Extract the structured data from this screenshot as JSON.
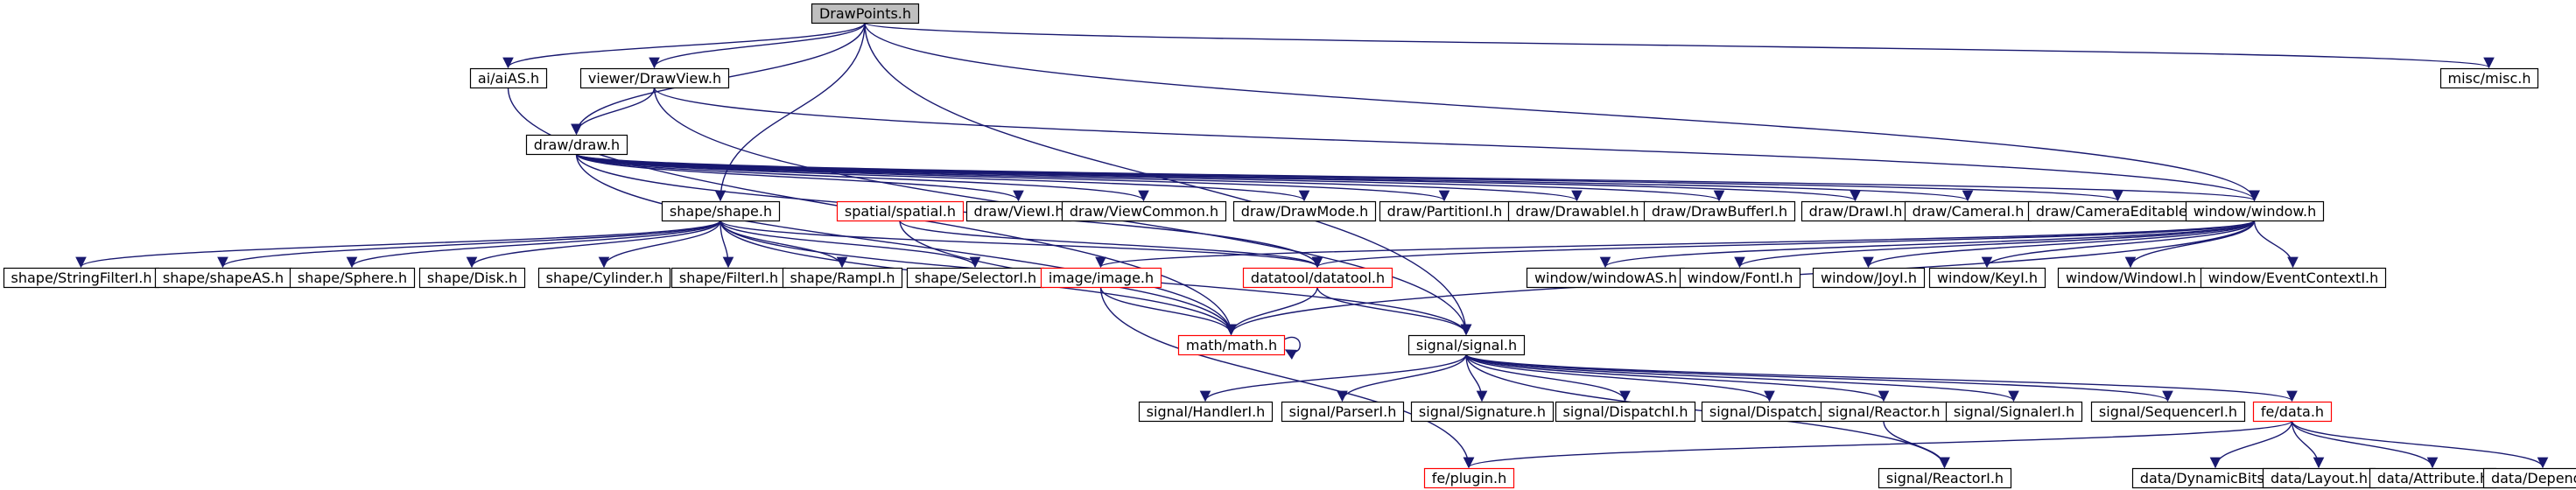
{
  "colors": {
    "edge": "#191970",
    "root_fill": "#bfbfbf",
    "node_fill": "#ffffff",
    "node_border": "#000000",
    "partial_border": "#ff0000"
  },
  "nodes": [
    {
      "id": "drawpoints",
      "label": "DrawPoints.h",
      "root": true
    },
    {
      "id": "aias",
      "label": "ai/aiAS.h"
    },
    {
      "id": "drawview",
      "label": "viewer/DrawView.h"
    },
    {
      "id": "misc",
      "label": "misc/misc.h"
    },
    {
      "id": "draw",
      "label": "draw/draw.h"
    },
    {
      "id": "shape",
      "label": "shape/shape.h"
    },
    {
      "id": "spatial",
      "label": "spatial/spatial.h",
      "partial": true
    },
    {
      "id": "viewi",
      "label": "draw/ViewI.h"
    },
    {
      "id": "viewcommon",
      "label": "draw/ViewCommon.h"
    },
    {
      "id": "drawmode",
      "label": "draw/DrawMode.h"
    },
    {
      "id": "partitioni",
      "label": "draw/PartitionI.h"
    },
    {
      "id": "drawablei",
      "label": "draw/DrawableI.h"
    },
    {
      "id": "drawbufferi",
      "label": "draw/DrawBufferI.h"
    },
    {
      "id": "drawi",
      "label": "draw/DrawI.h"
    },
    {
      "id": "camerai",
      "label": "draw/CameraI.h"
    },
    {
      "id": "cameraeditable",
      "label": "draw/CameraEditable.h"
    },
    {
      "id": "window",
      "label": "window/window.h"
    },
    {
      "id": "stringfilteri",
      "label": "shape/StringFilterI.h"
    },
    {
      "id": "shapeas",
      "label": "shape/shapeAS.h"
    },
    {
      "id": "sphere",
      "label": "shape/Sphere.h"
    },
    {
      "id": "disk",
      "label": "shape/Disk.h"
    },
    {
      "id": "cylinder",
      "label": "shape/Cylinder.h"
    },
    {
      "id": "filteri",
      "label": "shape/FilterI.h"
    },
    {
      "id": "rampi",
      "label": "shape/RampI.h"
    },
    {
      "id": "selectori",
      "label": "shape/SelectorI.h"
    },
    {
      "id": "image",
      "label": "image/image.h",
      "partial": true
    },
    {
      "id": "datatool",
      "label": "datatool/datatool.h",
      "partial": true
    },
    {
      "id": "windowas",
      "label": "window/windowAS.h"
    },
    {
      "id": "fonti",
      "label": "window/FontI.h"
    },
    {
      "id": "joyi",
      "label": "window/JoyI.h"
    },
    {
      "id": "keyi",
      "label": "window/KeyI.h"
    },
    {
      "id": "windowi",
      "label": "window/WindowI.h"
    },
    {
      "id": "eventcontexti",
      "label": "window/EventContextI.h"
    },
    {
      "id": "math",
      "label": "math/math.h",
      "partial": true
    },
    {
      "id": "signal",
      "label": "signal/signal.h"
    },
    {
      "id": "handleri",
      "label": "signal/HandlerI.h"
    },
    {
      "id": "parseri",
      "label": "signal/ParserI.h"
    },
    {
      "id": "signature",
      "label": "signal/Signature.h"
    },
    {
      "id": "dispatchi",
      "label": "signal/DispatchI.h"
    },
    {
      "id": "dispatch",
      "label": "signal/Dispatch.h"
    },
    {
      "id": "reactor",
      "label": "signal/Reactor.h"
    },
    {
      "id": "signaleri",
      "label": "signal/SignalerI.h"
    },
    {
      "id": "sequenceri",
      "label": "signal/SequencerI.h"
    },
    {
      "id": "fedata",
      "label": "fe/data.h",
      "partial": true
    },
    {
      "id": "plugin",
      "label": "fe/plugin.h",
      "partial": true
    },
    {
      "id": "reactori",
      "label": "signal/ReactorI.h"
    },
    {
      "id": "dynamicbitset",
      "label": "data/DynamicBitset.h"
    },
    {
      "id": "layout",
      "label": "data/Layout.h"
    },
    {
      "id": "attribute",
      "label": "data/Attribute.h"
    },
    {
      "id": "depend",
      "label": "data/Depend.h"
    }
  ],
  "edges": [
    [
      "drawpoints",
      "aias"
    ],
    [
      "drawpoints",
      "drawview"
    ],
    [
      "drawpoints",
      "misc"
    ],
    [
      "drawpoints",
      "draw"
    ],
    [
      "drawpoints",
      "shape"
    ],
    [
      "drawpoints",
      "window"
    ],
    [
      "drawpoints",
      "signal"
    ],
    [
      "aias",
      "math"
    ],
    [
      "drawview",
      "draw"
    ],
    [
      "drawview",
      "window"
    ],
    [
      "drawview",
      "signal"
    ],
    [
      "draw",
      "viewi"
    ],
    [
      "draw",
      "viewcommon"
    ],
    [
      "draw",
      "drawmode"
    ],
    [
      "draw",
      "partitioni"
    ],
    [
      "draw",
      "drawablei"
    ],
    [
      "draw",
      "drawbufferi"
    ],
    [
      "draw",
      "drawi"
    ],
    [
      "draw",
      "camerai"
    ],
    [
      "draw",
      "cameraeditable"
    ],
    [
      "draw",
      "window"
    ],
    [
      "draw",
      "datatool"
    ],
    [
      "draw",
      "math"
    ],
    [
      "shape",
      "stringfilteri"
    ],
    [
      "shape",
      "shapeas"
    ],
    [
      "shape",
      "sphere"
    ],
    [
      "shape",
      "disk"
    ],
    [
      "shape",
      "cylinder"
    ],
    [
      "shape",
      "filteri"
    ],
    [
      "shape",
      "rampi"
    ],
    [
      "shape",
      "selectori"
    ],
    [
      "shape",
      "datatool"
    ],
    [
      "shape",
      "math"
    ],
    [
      "shape",
      "signal"
    ],
    [
      "spatial",
      "math"
    ],
    [
      "spatial",
      "datatool"
    ],
    [
      "window",
      "windowas"
    ],
    [
      "window",
      "fonti"
    ],
    [
      "window",
      "joyi"
    ],
    [
      "window",
      "keyi"
    ],
    [
      "window",
      "windowi"
    ],
    [
      "window",
      "eventcontexti"
    ],
    [
      "window",
      "image"
    ],
    [
      "window",
      "datatool"
    ],
    [
      "window",
      "math"
    ],
    [
      "image",
      "math"
    ],
    [
      "image",
      "plugin"
    ],
    [
      "datatool",
      "math"
    ],
    [
      "datatool",
      "signal"
    ],
    [
      "math",
      "math"
    ],
    [
      "signal",
      "handleri"
    ],
    [
      "signal",
      "parseri"
    ],
    [
      "signal",
      "signature"
    ],
    [
      "signal",
      "dispatchi"
    ],
    [
      "signal",
      "dispatch"
    ],
    [
      "signal",
      "reactor"
    ],
    [
      "signal",
      "signaleri"
    ],
    [
      "signal",
      "sequenceri"
    ],
    [
      "signal",
      "fedata"
    ],
    [
      "signal",
      "reactori"
    ],
    [
      "reactor",
      "reactori"
    ],
    [
      "fedata",
      "plugin"
    ],
    [
      "fedata",
      "dynamicbitset"
    ],
    [
      "fedata",
      "layout"
    ],
    [
      "fedata",
      "attribute"
    ],
    [
      "fedata",
      "depend"
    ]
  ]
}
